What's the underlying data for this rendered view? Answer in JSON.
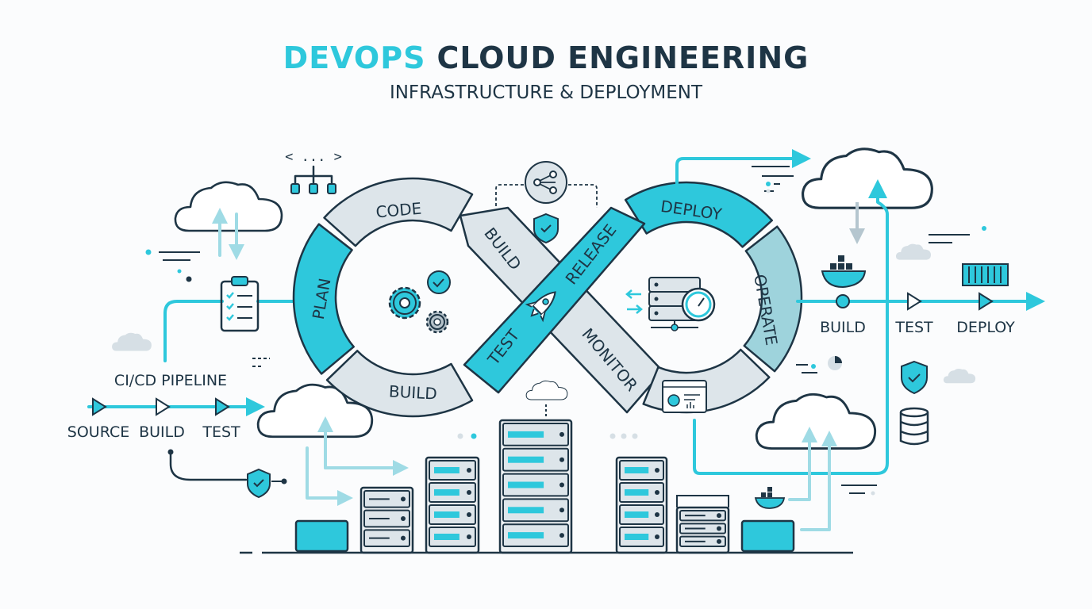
{
  "header": {
    "title_accent": "DEVOPS",
    "title_rest": "CLOUD ENGINEERING",
    "subtitle": "INFRASTRUCTURE & DEPLOYMENT"
  },
  "loop": {
    "plan": "PLAN",
    "code": "CODE",
    "build_top": "BUILD",
    "build_bottom": "BUILD",
    "test": "TEST",
    "release": "RELEASE",
    "deploy": "DEPLOY",
    "operate": "OPERATE",
    "monitor": "MONITOR"
  },
  "left_pipeline": {
    "title": "CI/CD PIPELINE",
    "stages": [
      "SOURCE",
      "BUILD",
      "TEST"
    ]
  },
  "right_pipeline": {
    "stages": [
      "BUILD",
      "TEST",
      "DEPLOY"
    ]
  },
  "code_tag": "< ... >",
  "colors": {
    "accent": "#2ec8dc",
    "accent_light": "#9fdbe5",
    "dark": "#1e3545",
    "segment_gray": "#dde5ea",
    "operate_teal": "#9ed3dc"
  },
  "icons": [
    "cloud-icon",
    "clipboard-checklist-icon",
    "hierarchy-icon",
    "code-icon",
    "gears-icon",
    "check-circle-icon",
    "rocket-icon",
    "share-icon",
    "shield-check-icon",
    "server-gauge-icon",
    "dashboard-icon",
    "docker-whale-icon",
    "container-icon",
    "database-icon",
    "pie-chart-icon",
    "server-rack-icon",
    "monitor-icon"
  ]
}
